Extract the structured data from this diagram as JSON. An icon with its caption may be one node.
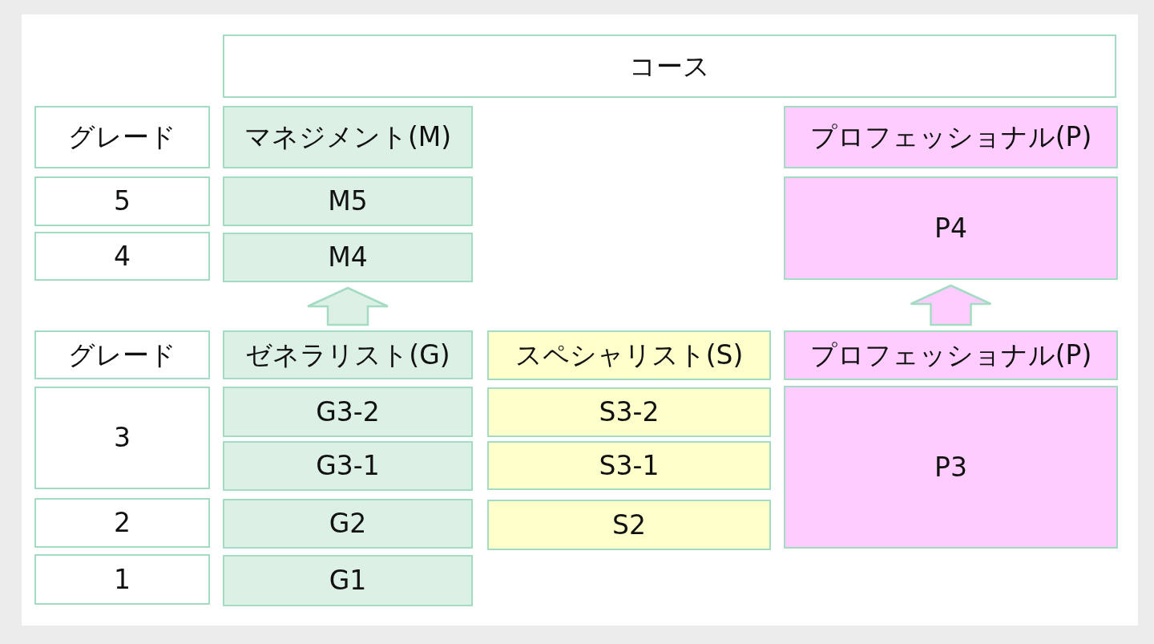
{
  "diagram": {
    "nodes": [
      {
        "text": [
          "コース"
        ]
      },
      {
        "text": [
          "グレード"
        ]
      },
      {
        "text": [
          "マネジメント(M)"
        ]
      },
      {
        "text": [
          "プロフェッショナル(P)"
        ]
      },
      {
        "text": [
          "5"
        ]
      },
      {
        "text": [
          "M5"
        ]
      },
      {
        "text": [
          "P4"
        ]
      },
      {
        "text": [
          "4"
        ]
      },
      {
        "text": [
          "M4"
        ]
      },
      {
        "text": [
          "グレード"
        ]
      },
      {
        "text": [
          "ゼネラリスト(G)"
        ]
      },
      {
        "text": [
          "スペシャリスト(S)"
        ]
      },
      {
        "text": [
          "プロフェッショナル(P)"
        ]
      },
      {
        "text": [
          "3"
        ]
      },
      {
        "text": [
          "G3-2"
        ]
      },
      {
        "text": [
          "S3-2"
        ]
      },
      {
        "text": [
          "P3"
        ]
      },
      {
        "text": [
          "G3-1"
        ]
      },
      {
        "text": [
          "S3-1"
        ]
      },
      {
        "text": [
          "2"
        ]
      },
      {
        "text": [
          "G2"
        ]
      },
      {
        "text": [
          "S2"
        ]
      },
      {
        "text": [
          "1"
        ]
      },
      {
        "text": [
          "G1"
        ]
      }
    ],
    "edges": [
      {
        "from": 10,
        "to": 8,
        "arrow": "to"
      },
      {
        "from": 12,
        "to": 6,
        "arrow": "to"
      }
    ]
  }
}
